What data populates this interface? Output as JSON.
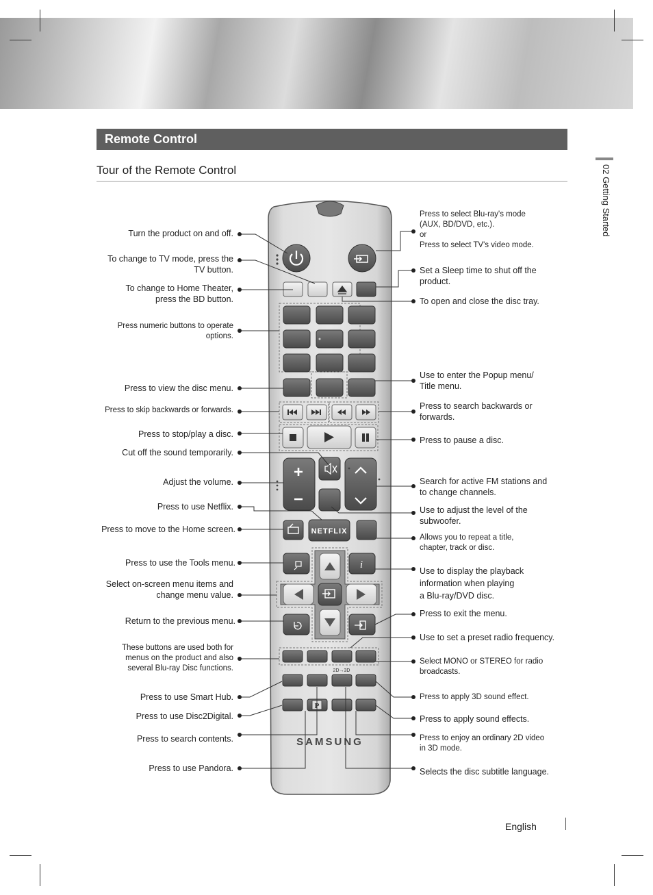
{
  "section": {
    "title": "Remote Control"
  },
  "subtitle": "Tour of the Remote Control",
  "side_tab": "02   Getting Started",
  "footer": {
    "language": "English"
  },
  "remote": {
    "brand": "SAMSUNG",
    "netflix_label": "NETFLIX",
    "pandora_label": "P",
    "conversion_label": "2D→3D",
    "info_glyph": "i"
  },
  "callouts_left": [
    "Turn the product on and off.",
    "To change to TV mode, press the\nTV button.",
    "To change to Home Theater,\npress the BD button.",
    "Press numeric buttons to operate\noptions.",
    "Press to view the disc menu.",
    "Press to skip backwards or forwards.",
    "Press to stop/play a disc.",
    "Cut off the sound temporarily.",
    "Adjust the volume.",
    "Press to use Netflix.",
    "Press to move to the Home screen.",
    "Press to use the Tools menu.",
    "Select on-screen menu items and\nchange menu value.",
    "Return to the previous menu.",
    "These buttons are used both for\nmenus on the product and also\nseveral Blu-ray Disc functions.",
    "Press to use Smart Hub.",
    "Press to use Disc2Digital.",
    "Press to search contents.",
    "Press to use Pandora."
  ],
  "callouts_right": [
    "Press to select Blu-ray's mode\n(AUX, BD/DVD, etc.).\nor\nPress to select TV's video mode.",
    "Set a Sleep time to shut off the\nproduct.",
    "To open and close the disc tray.",
    "Use to enter the Popup menu/\nTitle menu.",
    "Press to search backwards or\nforwards.",
    "Press to pause a disc.",
    "Search for active FM stations and\nto change channels.",
    "Use to adjust the level of the\nsubwoofer.",
    "Allows you to repeat a title,\nchapter, track or disc.",
    "Use to display the playback\ninformation when playing\na Blu-ray/DVD disc.",
    "Press to exit the menu.",
    "Use to set a preset radio frequency.",
    "Select MONO or STEREO for radio\nbroadcasts.",
    "Press to apply 3D sound effect.",
    "Press to apply sound effects.",
    "Press to enjoy an ordinary 2D video\nin 3D mode.",
    "Selects the disc subtitle language."
  ]
}
